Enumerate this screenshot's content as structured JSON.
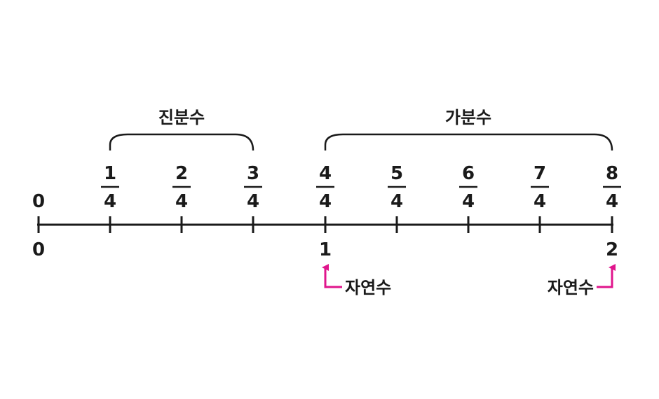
{
  "colors": {
    "line": "#1a1a1a",
    "arrow": "#e0158c"
  },
  "number_line": {
    "start_label": "0",
    "fractions": [
      {
        "numerator": "1",
        "denominator": "4"
      },
      {
        "numerator": "2",
        "denominator": "4"
      },
      {
        "numerator": "3",
        "denominator": "4"
      },
      {
        "numerator": "4",
        "denominator": "4"
      },
      {
        "numerator": "5",
        "denominator": "4"
      },
      {
        "numerator": "6",
        "denominator": "4"
      },
      {
        "numerator": "7",
        "denominator": "4"
      },
      {
        "numerator": "8",
        "denominator": "4"
      }
    ],
    "whole_labels": {
      "zero": "0",
      "one": "1",
      "two": "2"
    }
  },
  "groups": {
    "proper": {
      "label": "진분수"
    },
    "improper": {
      "label": "가분수"
    }
  },
  "callouts": {
    "natural_one": {
      "label": "자연수"
    },
    "natural_two": {
      "label": "자연수"
    }
  }
}
